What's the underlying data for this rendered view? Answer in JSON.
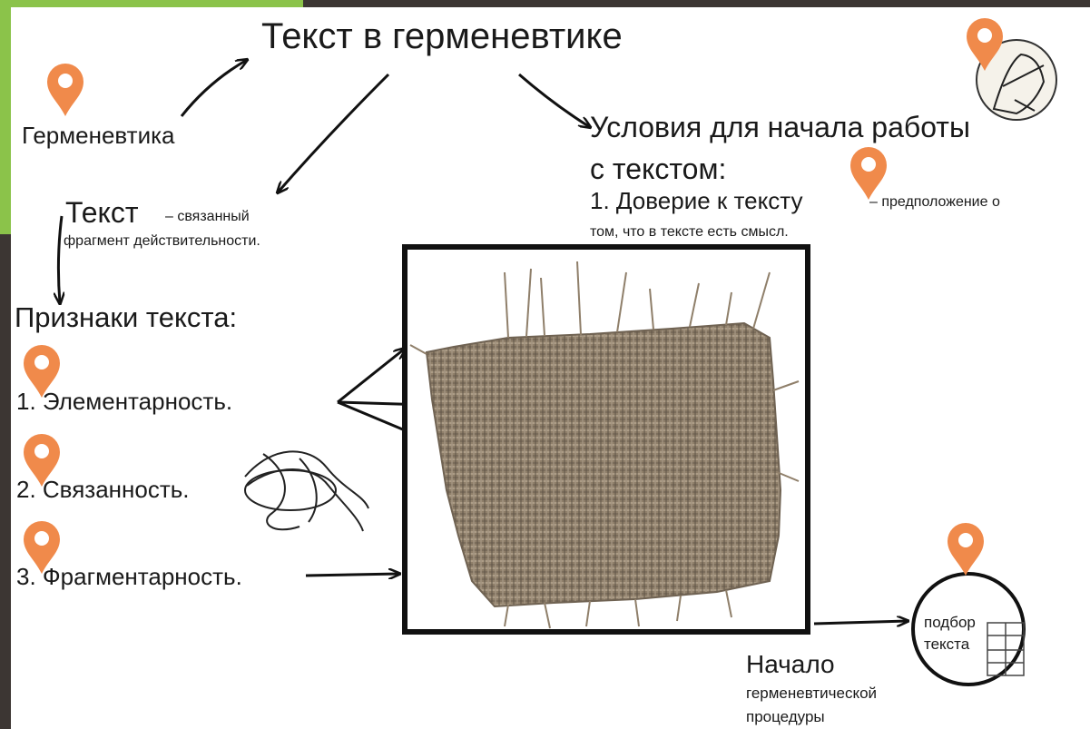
{
  "title": "Текст в герменевтике",
  "hermeneutics_label": "Герменевтика",
  "text_term": "Текст",
  "text_definition_line1": "– связанный",
  "text_definition_line2": "фрагмент действительности.",
  "conditions": {
    "heading_line1": "Условия для начала работы",
    "heading_line2": "с текстом:",
    "item1_term": "1. Доверие к тексту",
    "item1_rest": "– предположение о",
    "item1_line2": "том, что в тексте есть смысл."
  },
  "signs": {
    "heading": "Признаки текста:",
    "items": [
      "1. Элементарность.",
      "2. Связанность.",
      "3. Фрагментарность."
    ]
  },
  "selection": {
    "line1": "подбор",
    "line2": "текста"
  },
  "start": {
    "line1": "Начало",
    "line2": "герменевтической",
    "line3": "процедуры"
  },
  "colors": {
    "pin": "#f08a4b",
    "frame": "#3c3633",
    "accent_green": "#8bc34a",
    "cloth": "#8f7f6a"
  },
  "icons": [
    "map-pin-icon",
    "greek-figure-icon",
    "knot-icon",
    "bookshelf-icon",
    "burlap-cloth-image"
  ]
}
